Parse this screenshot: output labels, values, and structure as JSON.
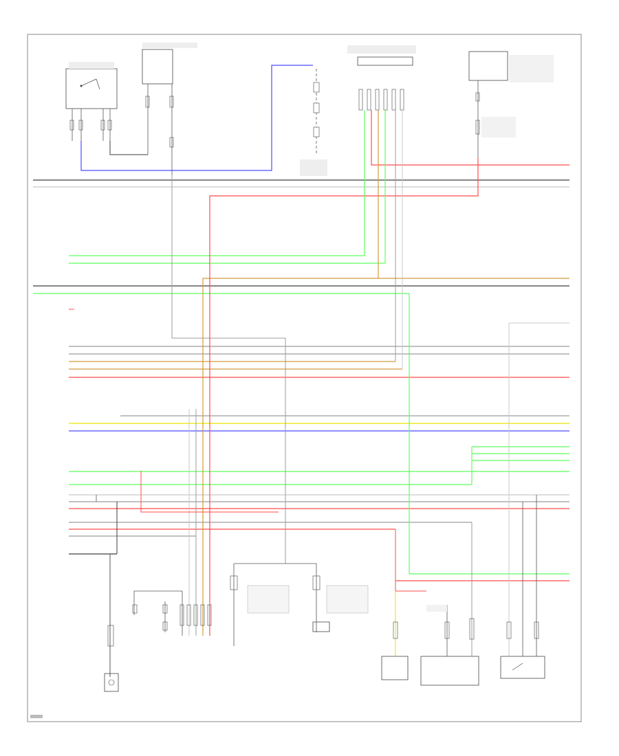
{
  "diagram": {
    "footer_code": "",
    "colors": {
      "blue": "#4b4bff",
      "red": "#ff4b4b",
      "green": "#5cff5c",
      "yellow": "#e5e500",
      "orange": "#d29a3c",
      "gray": "#9c9c9c",
      "dark": "#3d3d3d",
      "light_gray": "#c8c8c8"
    },
    "components": [
      {
        "id": "left-switch-assembly"
      },
      {
        "id": "relay-box-top"
      },
      {
        "id": "fuse-center"
      },
      {
        "id": "connector-top-center"
      },
      {
        "id": "relay-top-right"
      },
      {
        "id": "left-ground-connector"
      },
      {
        "id": "pressure-switch"
      },
      {
        "id": "transmission-connector-group"
      },
      {
        "id": "module-left"
      },
      {
        "id": "module-right"
      },
      {
        "id": "starter"
      },
      {
        "id": "control-unit"
      },
      {
        "id": "right-relay"
      }
    ]
  }
}
